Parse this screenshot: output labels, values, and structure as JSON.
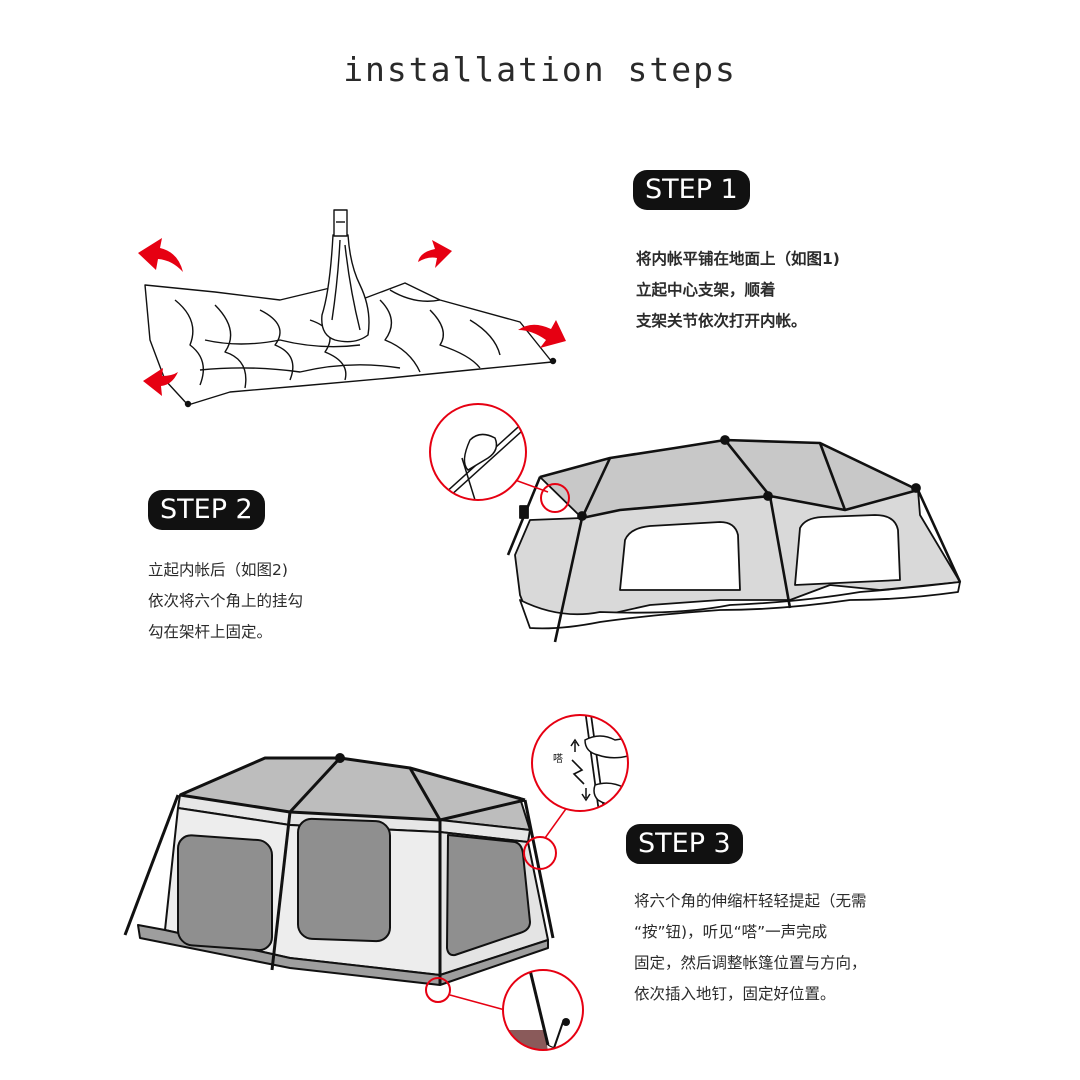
{
  "page": {
    "title": "installation steps"
  },
  "steps": [
    {
      "label": "STEP 1",
      "lines": [
        "将内帐平铺在地面上（如图1)",
        "立起中心支架，顺着",
        "支架关节依次打开内帐。"
      ]
    },
    {
      "label": "STEP 2",
      "lines": [
        "立起内帐后（如图2)",
        "依次将六个角上的挂勾",
        "勾在架杆上固定。"
      ]
    },
    {
      "label": "STEP 3",
      "lines": [
        "将六个角的伸缩杆轻轻提起（无需",
        "“按”钮)，听见“嗒”一声完成",
        "固定，然后调整帐篷位置与方向，",
        "依次插入地钉，固定好位置。"
      ]
    }
  ],
  "illustrations": {
    "callout_text": "嗒",
    "accent_color": "#e60012",
    "line_color": "#111111",
    "fill_gray": "#bdbdbd"
  }
}
